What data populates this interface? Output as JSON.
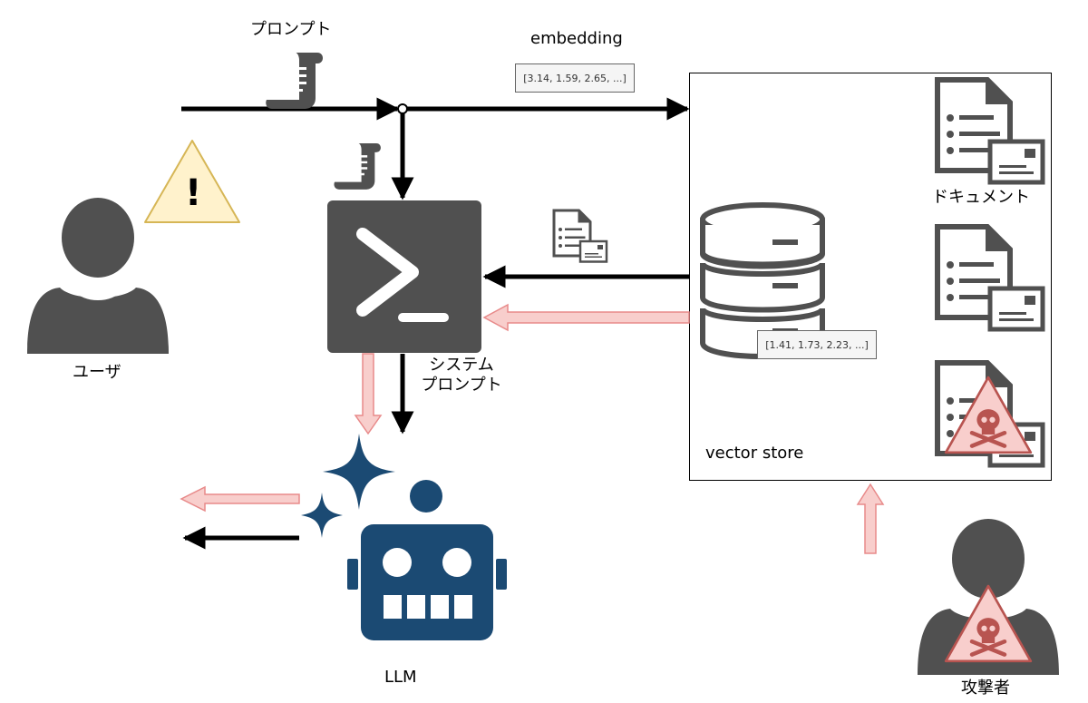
{
  "labels": {
    "prompt": "プロンプト",
    "embedding": "embedding",
    "user": "ユーザ",
    "system_prompt_line1": "システム",
    "system_prompt_line2": "プロンプト",
    "llm": "LLM",
    "documents": "ドキュメント",
    "vector_store": "vector store",
    "attacker": "攻撃者",
    "warning_mark": "!"
  },
  "vectors": {
    "query_embedding": "[3.14, 1.59, 2.65, ...]",
    "stored_embedding": "[1.41, 1.73, 2.23, ...]"
  },
  "colors": {
    "icon_gray": "#505050",
    "llm_blue": "#1b4a73",
    "malicious_red": "#f8cecc",
    "malicious_red_stroke": "#b85450",
    "warning_fill": "#fff2cc",
    "warning_stroke": "#d6b656",
    "arrow_black": "#000000"
  },
  "icons": {
    "user": "person-icon",
    "attacker": "person-icon",
    "prompt": "scroll-icon",
    "system": "terminal-icon",
    "llm": "robot-sparkle-icon",
    "store": "database-icon",
    "document": "document-icon",
    "warning": "warning-triangle-icon",
    "skull": "skull-crossbones-icon"
  }
}
